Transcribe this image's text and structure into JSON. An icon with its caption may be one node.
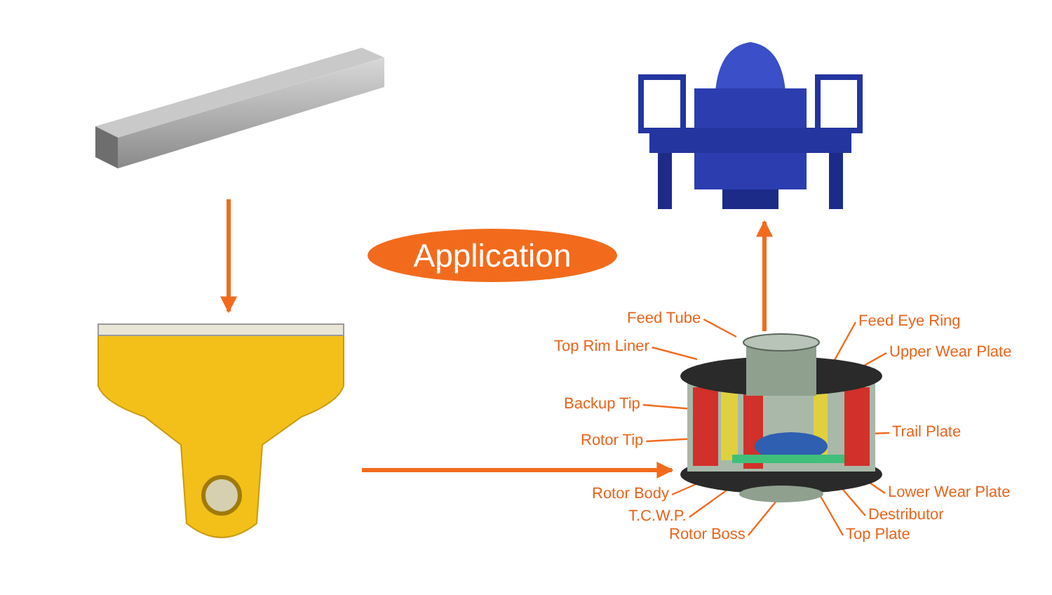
{
  "diagram": {
    "nodes": [
      {
        "text": [],
        "shape": "picture"
      },
      {
        "text": [],
        "shape": "picture"
      },
      {
        "text": [],
        "shape": "picture"
      },
      {
        "text": [],
        "shape": "picture"
      },
      {
        "text": [
          "Application"
        ]
      },
      {
        "text": [
          "Feed Tube"
        ]
      },
      {
        "text": [
          "Feed Eye Ring"
        ]
      },
      {
        "text": [
          "Top Rim Liner"
        ]
      },
      {
        "text": [
          "Upper Wear Plate"
        ]
      },
      {
        "text": [
          "Backup Tip"
        ]
      },
      {
        "text": [
          "Rotor Tip"
        ]
      },
      {
        "text": [
          "Trail Plate"
        ]
      },
      {
        "text": [
          "Rotor Body"
        ]
      },
      {
        "text": [
          "Lower Wear Plate"
        ]
      },
      {
        "text": [
          "T.C.W.P."
        ]
      },
      {
        "text": [
          "Destributor"
        ]
      },
      {
        "text": [
          "Rotor Boss"
        ]
      },
      {
        "text": [
          "Top Plate"
        ]
      }
    ],
    "edges": [
      {
        "from": 0,
        "to": 1,
        "arrow": "to",
        "style": "thick"
      },
      {
        "from": 1,
        "to": 3,
        "arrow": "to",
        "style": "thick"
      },
      {
        "from": 3,
        "to": 2,
        "arrow": "to",
        "style": "thick"
      },
      {
        "from": 5,
        "to": 3,
        "arrow": "none"
      },
      {
        "from": 6,
        "to": 3,
        "arrow": "none"
      },
      {
        "from": 7,
        "to": 3,
        "arrow": "none"
      },
      {
        "from": 8,
        "to": 3,
        "arrow": "none"
      },
      {
        "from": 9,
        "to": 3,
        "arrow": "none"
      },
      {
        "from": 10,
        "to": 3,
        "arrow": "none"
      },
      {
        "from": 11,
        "to": 3,
        "arrow": "none"
      },
      {
        "from": 12,
        "to": 3,
        "arrow": "none"
      },
      {
        "from": 13,
        "to": 3,
        "arrow": "none"
      },
      {
        "from": 14,
        "to": 3,
        "arrow": "none"
      },
      {
        "from": 15,
        "to": 3,
        "arrow": "none"
      },
      {
        "from": 16,
        "to": 3,
        "arrow": "none"
      },
      {
        "from": 17,
        "to": 3,
        "arrow": "none"
      }
    ]
  }
}
